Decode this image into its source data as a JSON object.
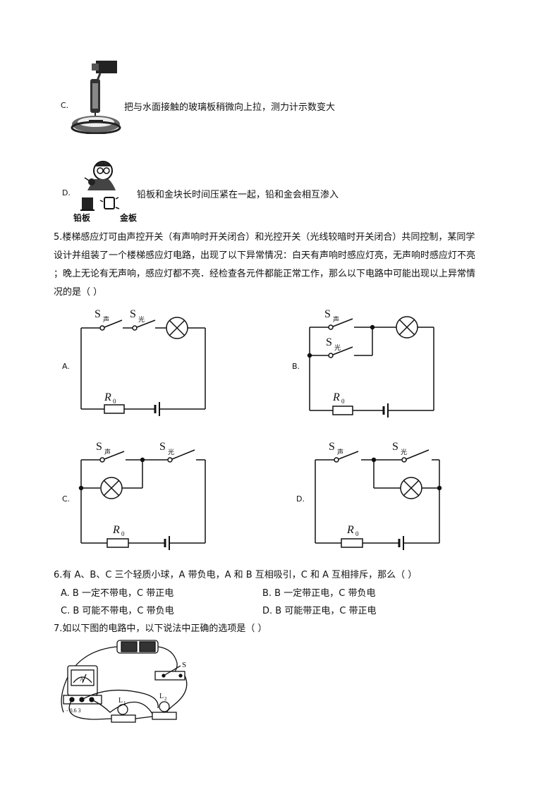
{
  "q4": {
    "optC": {
      "letter": "C.",
      "text": "把与水面接触的玻璃板稍微向上拉，测力计示数变大"
    },
    "optD": {
      "letter": "D.",
      "text": "铅板和金块长时间压紧在一起，铅和金会相互渗入",
      "img_label_lead": "铅板",
      "img_label_gold": "金板"
    }
  },
  "q5": {
    "lines": [
      "5.楼梯感应灯可由声控开关（有声响时开关闭合）和光控开关（光线较暗时开关闭合）共同控制，某同学",
      "设计并组装了一个楼梯感应灯电路，出现了以下异常情况：白天有声响时感应灯亮，无声响时感应灯不亮",
      "；晚上无论有无声响，感应灯都不亮．经检查各元件都能正常工作，那么以下电路中可能出现以上异常情",
      "况的是（    ）"
    ],
    "options": {
      "A": "A.",
      "B": "B.",
      "C": "C.",
      "D": "D."
    },
    "labels": {
      "S": "S",
      "sound": "声",
      "light": "光",
      "R": "R",
      "zero": "0"
    }
  },
  "q6": {
    "stem": "6.有 A、B、C 三个轻质小球，A 带负电，A 和 B 互相吸引，C 和 A 互相排斥，那么（    ）",
    "options": [
      "A. B 一定不带电，C 带正电",
      "B. B 一定带正电，C 带负电",
      "C. B 可能不带电，C 带负电",
      "D. B 可能带正电，C 带正电"
    ]
  },
  "q7": {
    "stem": "7.如以下图的电路中，以下说法中正确的选项是（    ）",
    "labels": {
      "S": "S",
      "A": "A",
      "L1": "L",
      "L1_sub": "1",
      "L2": "L",
      "L2_sub": "2",
      "scale": "-  0.6  3"
    }
  }
}
